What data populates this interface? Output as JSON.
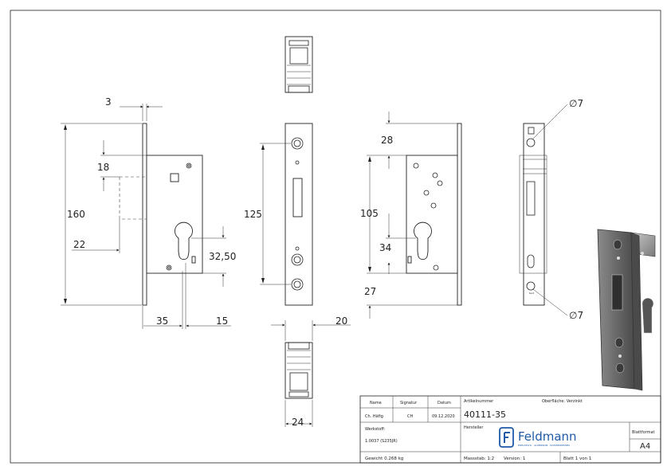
{
  "dimensions": {
    "d3": "3",
    "d18": "18",
    "d160": "160",
    "d22": "22",
    "d35": "35",
    "d15": "15",
    "d32_50": "32,50",
    "d125": "125",
    "d20": "20",
    "d24": "24",
    "d28": "28",
    "d105": "105",
    "d34": "34",
    "d27": "27",
    "dia_top": "∅7",
    "dia_bottom": "∅7"
  },
  "title_block": {
    "name_label": "Name",
    "signatur_label": "Signatur",
    "datum_label": "Datum",
    "name_value": "Ch. Häfig",
    "signatur_value": "CH",
    "datum_value": "09.12.2020",
    "artikelnummer_label": "Artikelnummer",
    "oberflaeche": "Oberfläche:  Verzinkt",
    "article_number": "40111-35",
    "werkstoff_label": "Werkstoff:",
    "werkstoff_value": "1.0037 (S235JR)",
    "hersteller_label": "Hersteller",
    "logo_text": "Feldmann",
    "logo_subtext": "EDELSTAHL · ALUMINIUM · SCHMIEDEEISEN",
    "blattformat_label": "Blattformat",
    "blattformat_value": "A4",
    "gewicht": "Gewicht 0.268 kg",
    "massstab": "Massstab: 1:2",
    "version": "Version: 1",
    "blatt": "Blatt 1 von 1"
  },
  "colors": {
    "line": "#222222",
    "logo_blue": "#1e5aa8",
    "metal_dark": "#5a5a5a",
    "metal_light": "#b8b8b8"
  }
}
